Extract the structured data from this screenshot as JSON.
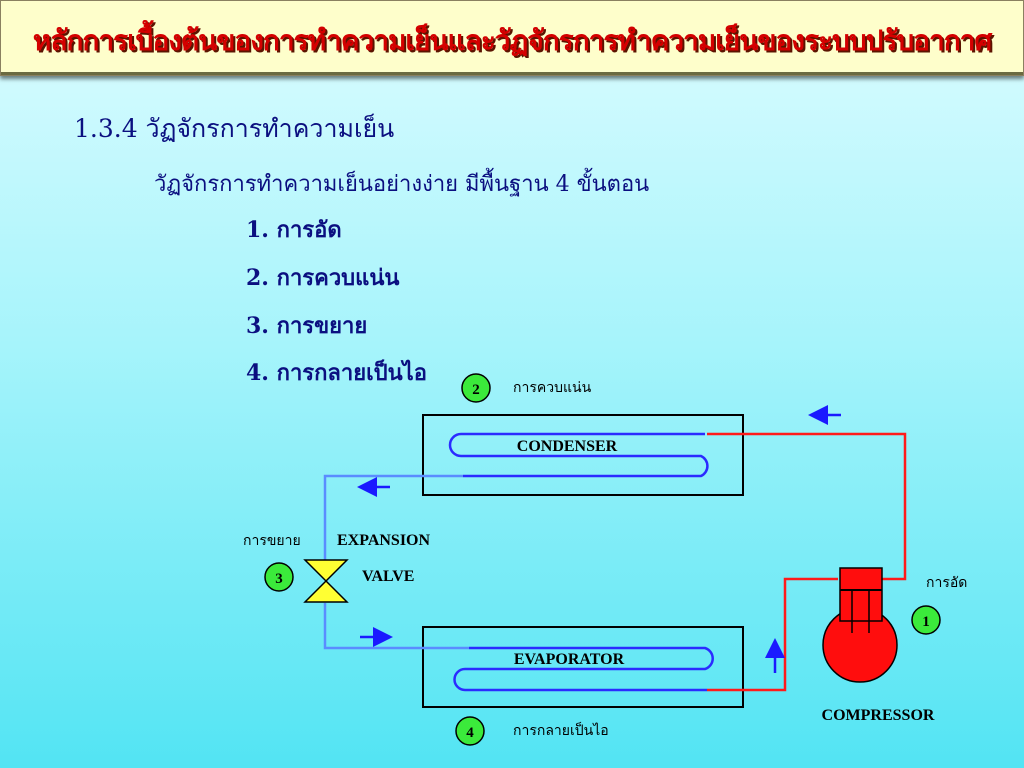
{
  "header": {
    "title": "หลักการเบื้องต้นของการทำความเย็นและวัฏจักรการทำความเย็นของระบบปรับอากาศ"
  },
  "content": {
    "heading": "1.3.4  วัฏจักรการทำความเย็น",
    "subheading": "วัฏจักรการทำความเย็นอย่างง่าย มีพื้นฐาน  4  ขั้นตอน",
    "steps": [
      "1. การอัด",
      "2. การควบแน่น",
      " 3. การขยาย",
      "4. การกลายเป็นไอ"
    ]
  },
  "diagram": {
    "condenser": {
      "label": "CONDENSER",
      "badge": "2",
      "thai": "การควบแน่น"
    },
    "expansion_valve": {
      "label_line1": "EXPANSION",
      "label_line2": "VALVE",
      "badge": "3",
      "thai": "การขยาย"
    },
    "evaporator": {
      "label": "EVAPORATOR",
      "badge": "4",
      "thai": "การกลายเป็นไอ"
    },
    "compressor": {
      "label": "COMPRESSOR",
      "badge": "1",
      "thai": "การอัด"
    },
    "colors": {
      "hot_line": "#ff1a1a",
      "cold_line": "#3333ff",
      "cool_line": "#5a8cff",
      "badge": "#3bea3b",
      "valve": "#ffff33",
      "compressor": "#ff0d0d",
      "text": "#0b0f80"
    }
  }
}
